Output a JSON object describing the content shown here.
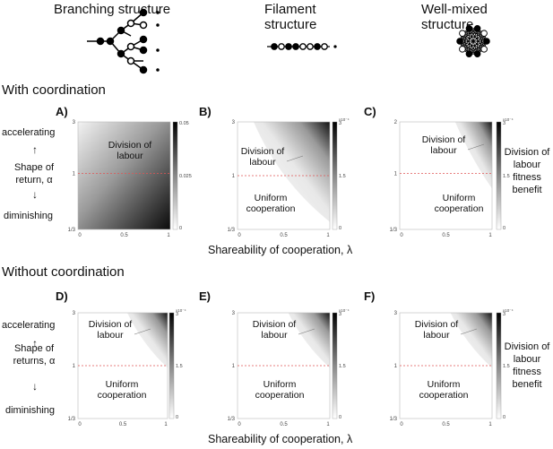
{
  "structures": {
    "branching": "Branching structure",
    "filament": "Filament structure",
    "wellmixed": "Well-mixed structure"
  },
  "sections": {
    "with": "With coordination",
    "without": "Without coordination"
  },
  "panels": {
    "A": {
      "label": "A)",
      "yticks": [
        "3",
        "1",
        "1/3"
      ],
      "xticks": [
        "0",
        "0.5",
        "1"
      ],
      "cbar_ticks": [
        "0.05",
        "0.025",
        "0"
      ],
      "text1": "Division of labour"
    },
    "B": {
      "label": "B)",
      "yticks": [
        "3",
        "1",
        "1/3"
      ],
      "xticks": [
        "0",
        "0.5",
        "1"
      ],
      "cbar_ticks": [
        "3",
        "1.5",
        "0"
      ],
      "cbar_exp": "x10⁻⁴",
      "text1": "Division of labour",
      "text2": "Uniform cooperation"
    },
    "C": {
      "label": "C)",
      "yticks": [
        "2",
        "1",
        "1/3"
      ],
      "xticks": [
        "0",
        "0.5",
        "1"
      ],
      "cbar_ticks": [
        "3",
        "1.5",
        "0"
      ],
      "cbar_exp": "x10⁻⁴",
      "text1": "Division of labour",
      "text2": "Uniform cooperation"
    },
    "D": {
      "label": "D)",
      "yticks": [
        "3",
        "1",
        "1/3"
      ],
      "xticks": [
        "0",
        "0.5",
        "1"
      ],
      "cbar_ticks": [
        "3",
        "1.5",
        "0"
      ],
      "cbar_exp": "x10⁻⁴",
      "text1": "Division of labour",
      "text2": "Uniform cooperation"
    },
    "E": {
      "label": "E)",
      "yticks": [
        "3",
        "1",
        "1/3"
      ],
      "xticks": [
        "0",
        "0.5",
        "1"
      ],
      "cbar_ticks": [
        "3",
        "1.5",
        "0"
      ],
      "cbar_exp": "x10⁻⁴",
      "text1": "Division of labour",
      "text2": "Uniform cooperation"
    },
    "F": {
      "label": "F)",
      "yticks": [
        "3",
        "1",
        "1/3"
      ],
      "xticks": [
        "0",
        "0.5",
        "1"
      ],
      "cbar_ticks": [
        "3",
        "1.5",
        "0"
      ],
      "cbar_exp": "x10⁻⁴",
      "text1": "Division of labour",
      "text2": "Uniform cooperation"
    }
  },
  "left_labels": {
    "accelerating": "accelerating",
    "shape_top": "Shape of return, α",
    "shape_bottom": "Shape of returns, α",
    "diminishing": "diminishing"
  },
  "right_label": "Division of labour fitness benefit",
  "xlabel": "Shareability of cooperation, λ"
}
